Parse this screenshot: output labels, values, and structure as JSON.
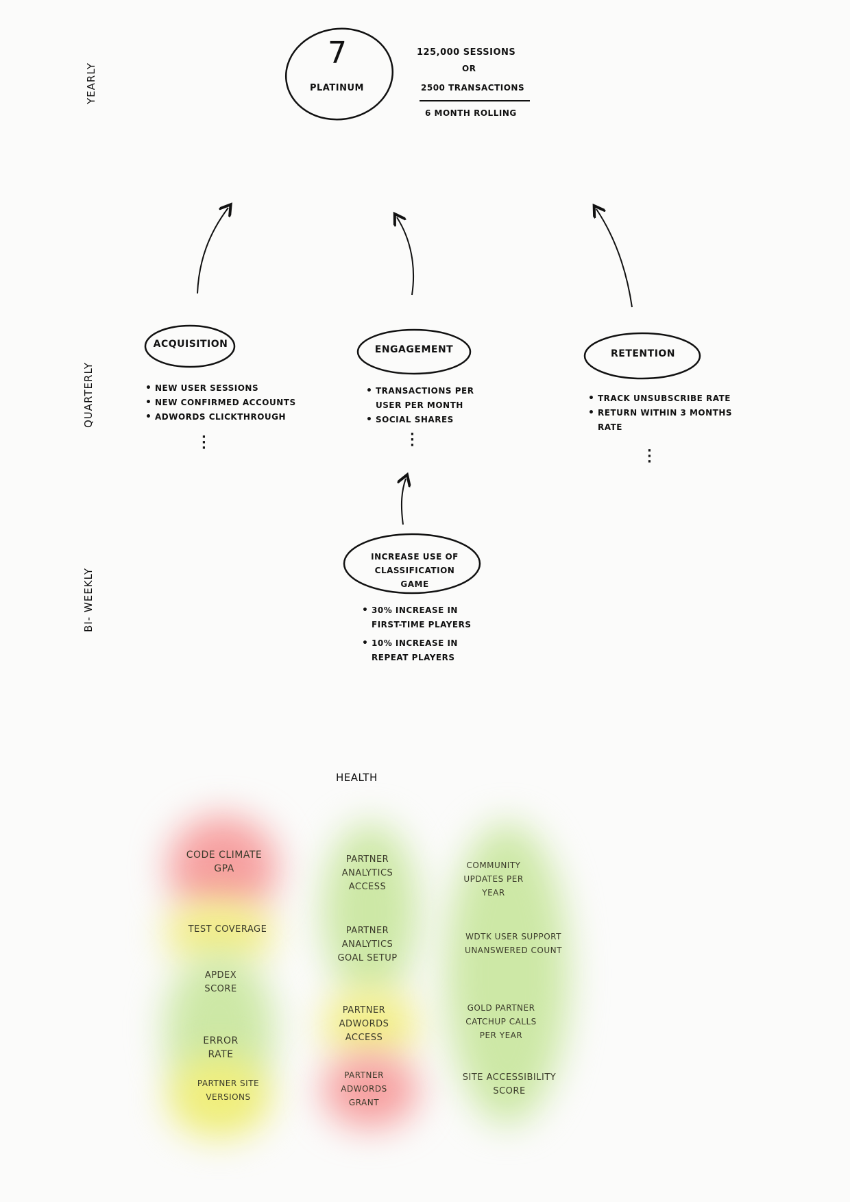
{
  "side_labels": {
    "yearly": "Yearly",
    "quarterly": "Quarterly",
    "biweekly": "Bi- Weekly"
  },
  "goal": {
    "number": "7",
    "name": "Platinum",
    "line1": "125,000 Sessions",
    "line2": "or",
    "line3": "2500 Transactions",
    "line4": "6 Month Rolling"
  },
  "themes": [
    {
      "title": "Acquisition",
      "items": [
        "New user sessions",
        "New confirmed accounts",
        "Adwords clickthrough"
      ]
    },
    {
      "title": "Engagement",
      "items": [
        "Transactions per user per month",
        "Social shares"
      ]
    },
    {
      "title": "Retention",
      "items": [
        "Track unsubscribe rate",
        "Return within 3 months rate"
      ]
    }
  ],
  "biweekly_goal": {
    "title": "Increase use of classification game",
    "items": [
      "30% increase in first-time players",
      "10% increase in repeat players"
    ]
  },
  "health": {
    "title": "Health",
    "columns": [
      {
        "items": [
          {
            "label": "Code Climate GPA",
            "status": "red"
          },
          {
            "label": "Test Coverage",
            "status": "yellow"
          },
          {
            "label": "Apdex score",
            "status": "green"
          },
          {
            "label": "Error rate",
            "status": "green"
          },
          {
            "label": "Partner site versions",
            "status": "yellow"
          }
        ]
      },
      {
        "items": [
          {
            "label": "Partner analytics access",
            "status": "green"
          },
          {
            "label": "Partner analytics goal setup",
            "status": "green"
          },
          {
            "label": "Partner adwords access",
            "status": "yellow"
          },
          {
            "label": "Partner adwords grant",
            "status": "red"
          }
        ]
      },
      {
        "items": [
          {
            "label": "Community updates per year",
            "status": "green"
          },
          {
            "label": "WDTK user support unanswered count",
            "status": "green"
          },
          {
            "label": "Gold partner catchup calls per year",
            "status": "green"
          },
          {
            "label": "Site accessibility score",
            "status": "green"
          }
        ]
      }
    ]
  },
  "colors": {
    "red": "#f48a8a",
    "yellow": "#f3f07a",
    "green": "#bfe49a",
    "ink": "#111111"
  }
}
